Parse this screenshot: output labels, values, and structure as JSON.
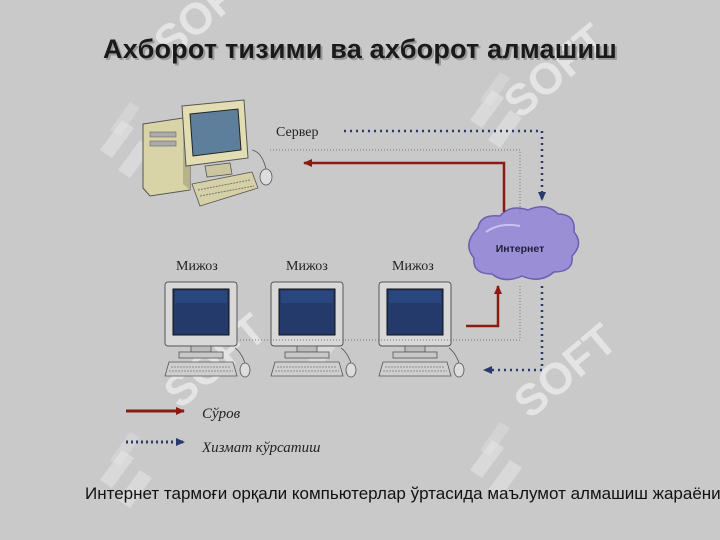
{
  "title": "Ахборот тизими ва ахборот алмашиш",
  "diagram": {
    "server_label": "Сервер",
    "client_labels": [
      "Мижоз",
      "Мижоз",
      "Мижоз"
    ],
    "cloud_label": "Интернет"
  },
  "legend": {
    "request_label": "Сўров",
    "service_label": "Хизмат кўрсатиш"
  },
  "caption": "Интернет тармоғи орқали компьютерлар ўртасида маълумот алмашиш жараёни",
  "watermark": "SOFT",
  "colors": {
    "background": "#c9c9c9",
    "request_arrow": "#8b1a10",
    "service_arrow": "#2a3a6e",
    "cloud": "#9a8fd6",
    "watermark": "#ffffff"
  }
}
